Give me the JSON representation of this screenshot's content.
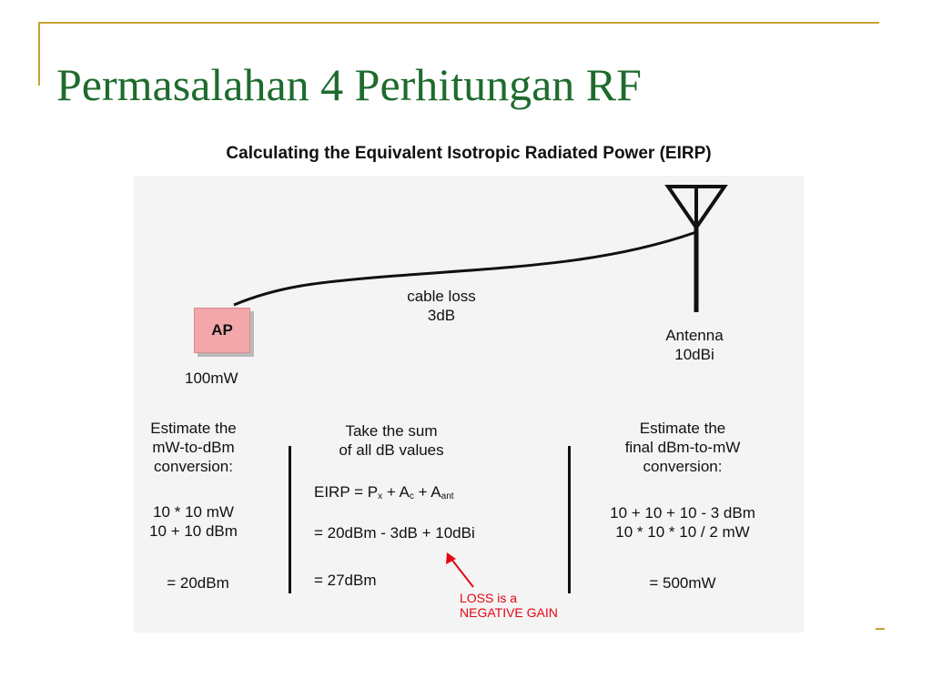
{
  "slide": {
    "title": "Permasalahan 4 Perhitungan RF"
  },
  "figure": {
    "title": "Calculating the Equivalent Isotropic Radiated Power (EIRP)",
    "ap": {
      "label": "AP",
      "power": "100mW"
    },
    "cable": {
      "line1": "cable loss",
      "line2": "3dB"
    },
    "antenna": {
      "line1": "Antenna",
      "line2": "10dBi"
    },
    "left_col": {
      "heading": [
        "Estimate the",
        "mW-to-dBm",
        "conversion:"
      ],
      "calc1": "10 * 10 mW",
      "calc2": "10 + 10 dBm",
      "result": "= 20dBm"
    },
    "mid_col": {
      "heading": [
        "Take the sum",
        "of all dB values"
      ],
      "formula": {
        "prefix": "EIRP = P",
        "px_sub": "x",
        "plus1": " + A",
        "ac_sub": "c",
        "plus2": " + A",
        "aant_sub": "ant"
      },
      "calc": "= 20dBm - 3dB + 10dBi",
      "result": "= 27dBm"
    },
    "right_col": {
      "heading": [
        "Estimate the",
        "final dBm-to-mW",
        "conversion:"
      ],
      "calc1": "10 + 10 + 10 - 3 dBm",
      "calc2": "10 * 10 * 10 / 2 mW",
      "result": "= 500mW"
    },
    "note": {
      "line1": "LOSS is a",
      "line2": "NEGATIVE GAIN"
    },
    "colors": {
      "title": "#1e6b2e",
      "frame": "#c8a132",
      "ap_fill": "#f4a7aa",
      "note": "#e30613"
    }
  }
}
